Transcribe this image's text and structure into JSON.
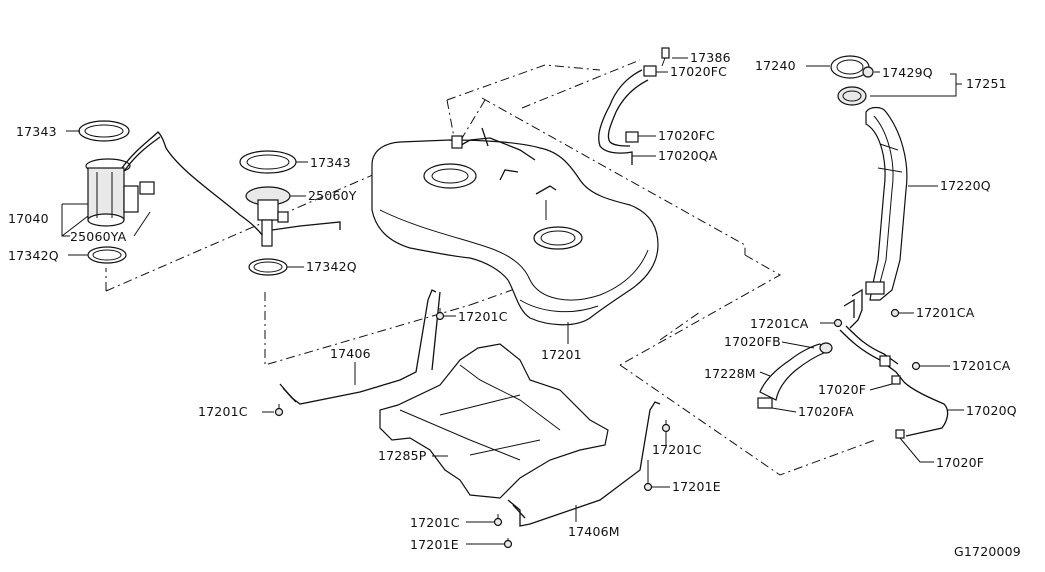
{
  "diagram_code": "G1720009",
  "labels": {
    "p17343_left": "17343",
    "p17040": "17040",
    "p25060YA": "25060YA",
    "p17342Q_left": "17342Q",
    "p17343_mid": "17343",
    "p25060Y": "25060Y",
    "p17342Q_mid": "17342Q",
    "p17201C_a": "17201C",
    "p17406": "17406",
    "p17201C_b": "17201C",
    "p17201": "17201",
    "p17285P": "17285P",
    "p17201C_c": "17201C",
    "p17201E_a": "17201E",
    "p17201C_d": "17201C",
    "p17201E_b": "17201E",
    "p17406M": "17406M",
    "p17386": "17386",
    "p17020FC_a": "17020FC",
    "p17020FC_b": "17020FC",
    "p17020QA": "17020QA",
    "p17240": "17240",
    "p17429Q": "17429Q",
    "p17251": "17251",
    "p17220Q": "17220Q",
    "p17201CA_a": "17201CA",
    "p17201CA_b": "17201CA",
    "p17020FB": "17020FB",
    "p17201CA_c": "17201CA",
    "p17228M": "17228M",
    "p17020F_a": "17020F",
    "p17020FA": "17020FA",
    "p17020Q": "17020Q",
    "p17020F_b": "17020F"
  }
}
